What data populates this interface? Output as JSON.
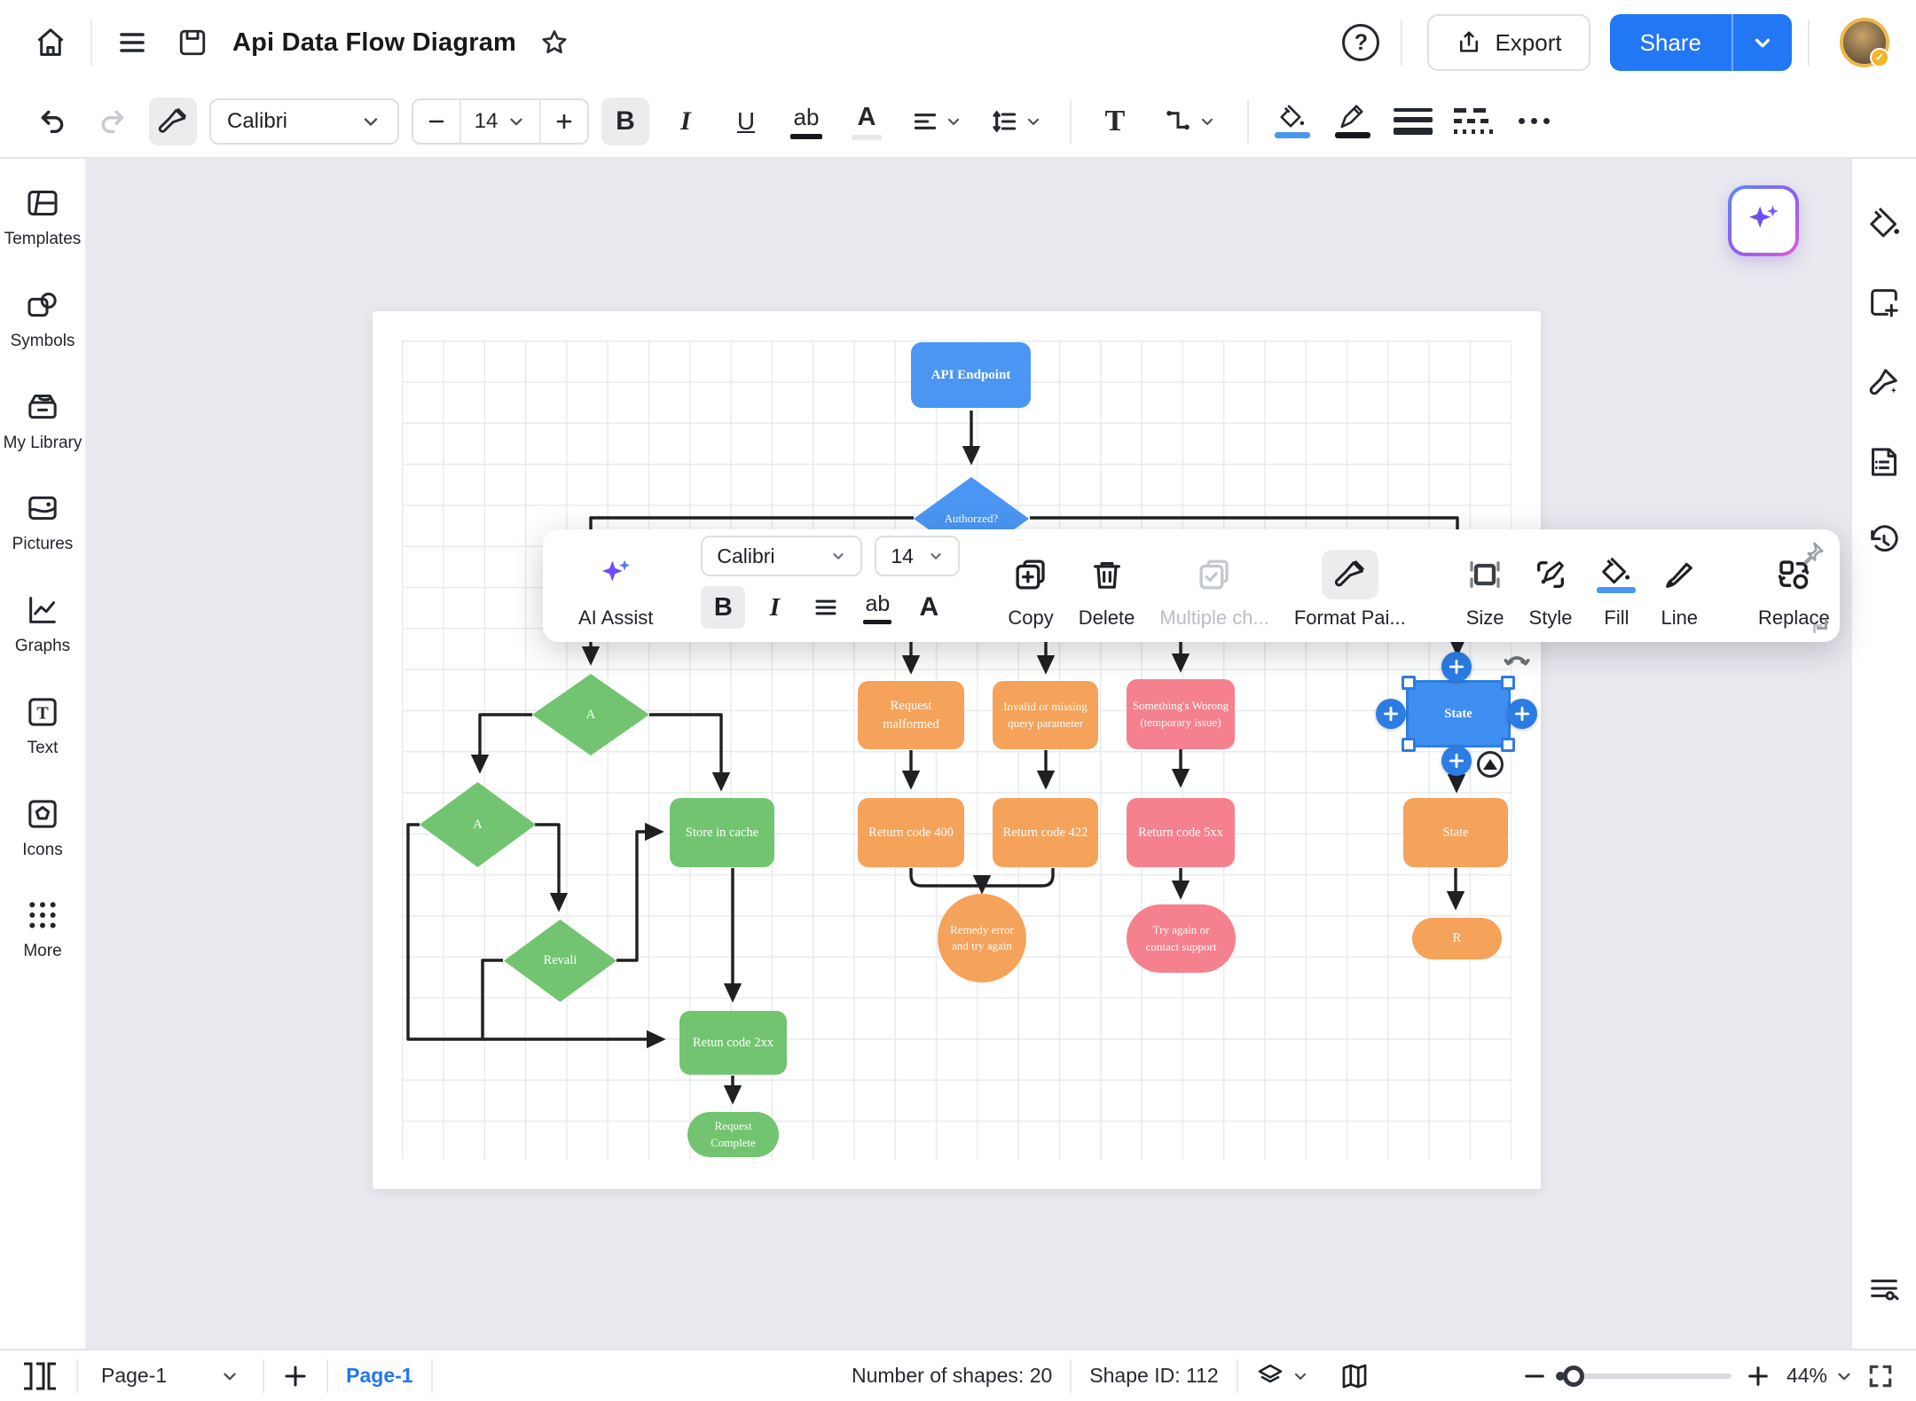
{
  "header": {
    "title": "Api Data Flow Diagram",
    "help_glyph": "?",
    "export_label": "Export",
    "share_label": "Share"
  },
  "toolbar": {
    "font": "Calibri",
    "size": "14",
    "bold": "B",
    "italic": "I",
    "underline": "U",
    "highlight": "ab",
    "font_color": "A",
    "text_tool": "T"
  },
  "left_rail": {
    "items": [
      {
        "label": "Templates"
      },
      {
        "label": "Symbols"
      },
      {
        "label": "My Library"
      },
      {
        "label": "Pictures"
      },
      {
        "label": "Graphs"
      },
      {
        "label": "Text"
      },
      {
        "label": "Icons"
      },
      {
        "label": "More"
      }
    ]
  },
  "context_toolbar": {
    "ai_assist": "AI Assist",
    "font": "Calibri",
    "size": "14",
    "bold": "B",
    "italic": "I",
    "highlight": "ab",
    "font_color": "A",
    "copy": "Copy",
    "delete": "Delete",
    "multiple": "Multiple ch...",
    "format_painter": "Format Pai...",
    "size_label": "Size",
    "style": "Style",
    "fill": "Fill",
    "line": "Line",
    "replace": "Replace"
  },
  "canvas": {
    "shapes": {
      "api_endpoint": "API Endpoint",
      "authorized": "Authorzed?",
      "decision_a1": "A",
      "decision_a2": "A",
      "revalidate": "Revali",
      "store_in_cache": "Store in cache",
      "return_2xx": "Retun code 2xx",
      "request_complete": "Request Complete",
      "request_malformed": "Request malformed",
      "invalid_query": "Invalid or missing query parameter",
      "somethings_wrong": "Something's Worong (temporary issue)",
      "return_400": "Return code 400",
      "return_422": "Return code 422",
      "return_5xx": "Return code 5xx",
      "remedy": "Remedy error and try again",
      "try_again": "Try again or contact support",
      "state_selected": "State",
      "state_orange": "State",
      "r_pill": "R"
    }
  },
  "statusbar": {
    "page_select": "Page-1",
    "active_page_tab": "Page-1",
    "shape_count": "Number of shapes: 20",
    "shape_id": "Shape ID: 112",
    "zoom_level": "44%"
  }
}
